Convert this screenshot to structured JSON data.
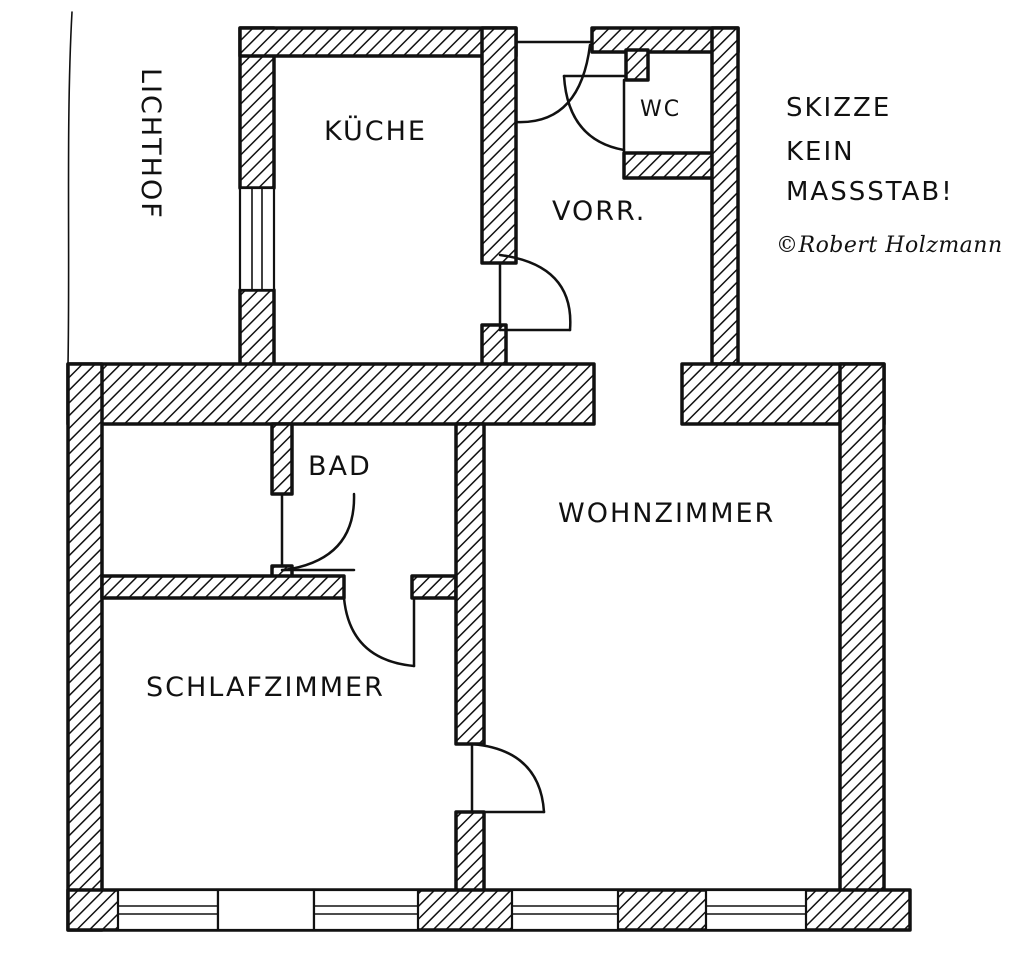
{
  "rooms": {
    "kueche": "KÜCHE",
    "vorraum": "VORR.",
    "wc": "WC",
    "bad": "BAD",
    "wohnzimmer": "WOHNZIMMER",
    "schlafzimmer": "SCHLAFZIMMER"
  },
  "outside": {
    "lichthof": "LICHTHOF"
  },
  "note": {
    "line1": "SKIZZE",
    "line2": "KEIN",
    "line3": "MASSSTAB!",
    "copyright": "©Robert Holzmann"
  },
  "colors": {
    "ink": "#111111",
    "paper": "#ffffff"
  }
}
